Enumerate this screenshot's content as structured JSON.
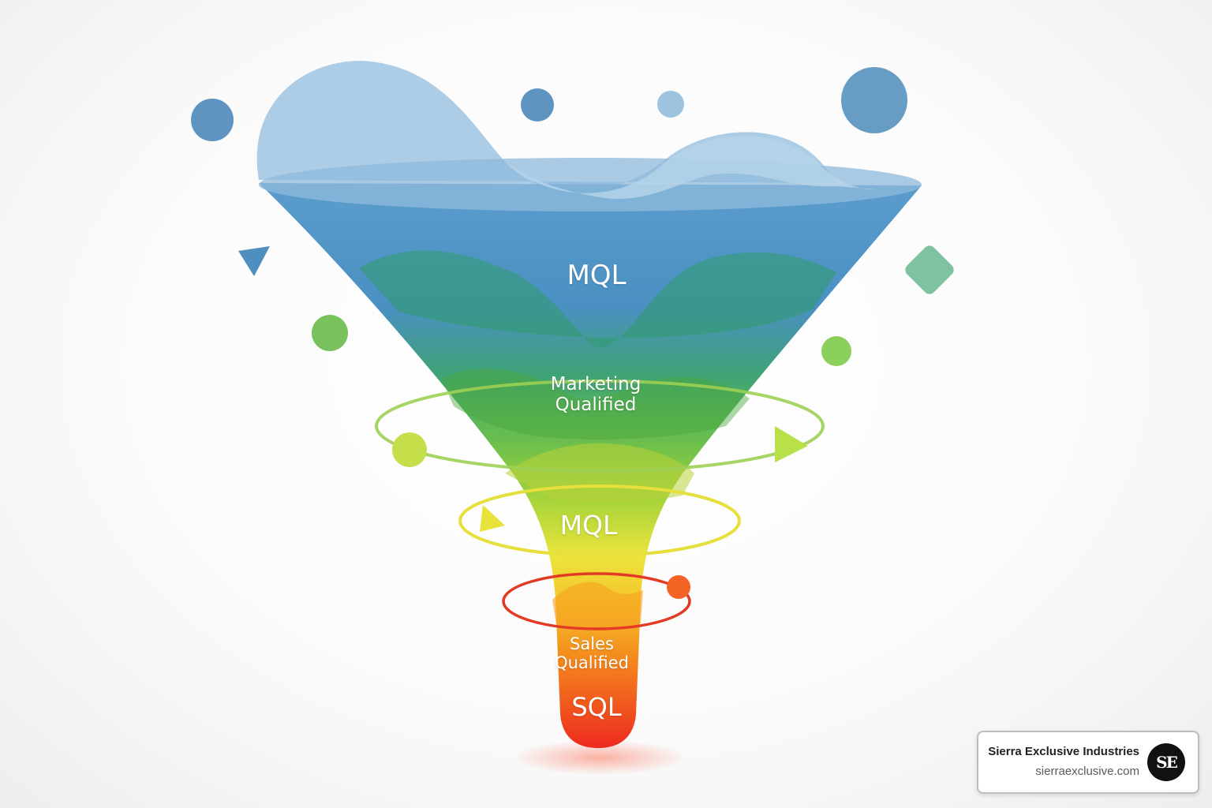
{
  "funnel": {
    "stages": [
      {
        "id": "top",
        "label": "MQL",
        "color": "#4a8fc0"
      },
      {
        "id": "marketing",
        "label": "Marketing\nQualified",
        "color": "#5cb85c"
      },
      {
        "id": "mid",
        "label": "MQL",
        "color": "#f2e03a"
      },
      {
        "id": "sales",
        "label": "Sales\nQualified",
        "color": "#f28a1c"
      },
      {
        "id": "bottom",
        "label": "SQL",
        "color": "#ee2a1e"
      }
    ]
  },
  "brand": {
    "name": "Sierra Exclusive Industries",
    "url": "sierraexclusive.com",
    "logo_initials": "SE"
  }
}
